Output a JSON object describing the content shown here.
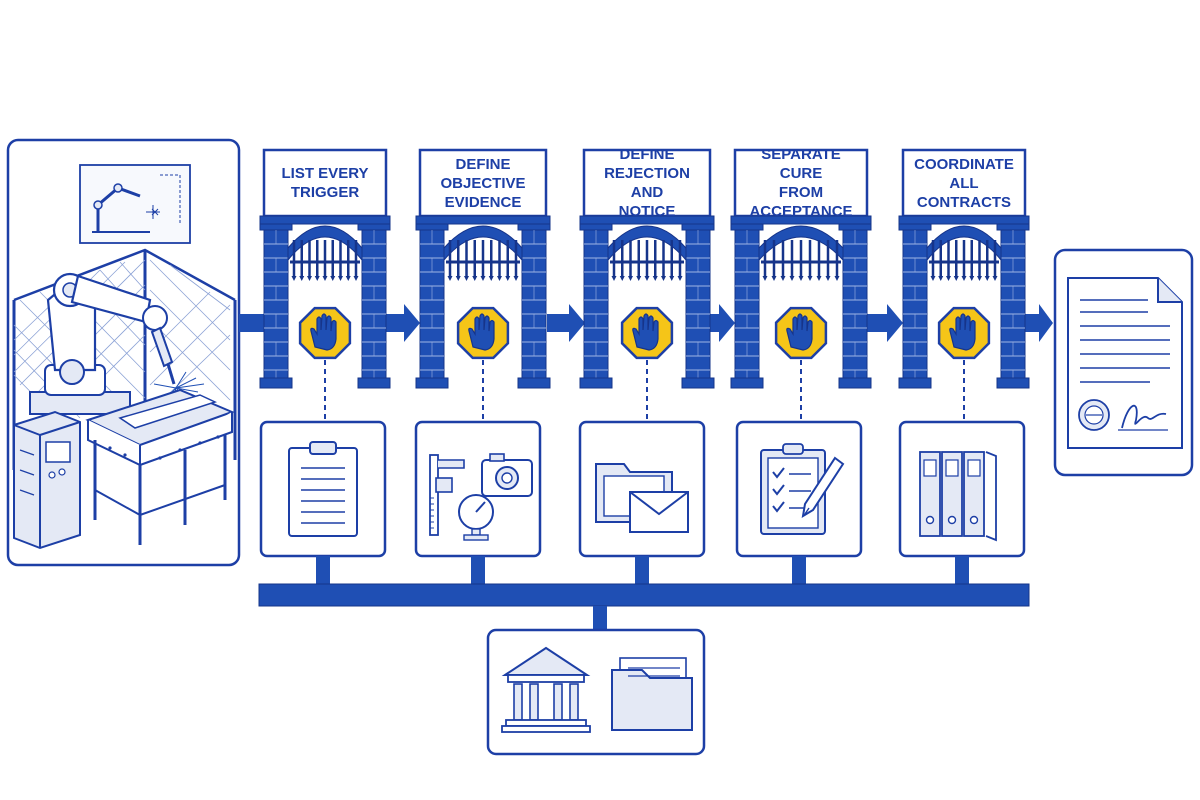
{
  "colors": {
    "primary": "#1f4fb4",
    "primary_dark": "#16348a",
    "light_fill": "#e4e9f5",
    "warning_yellow": "#f5c518",
    "outline": "#1d3fa6"
  },
  "diagram": {
    "source": {
      "name": "robotic-welding-cell",
      "icons": [
        "robot-arm-icon",
        "safety-fence-icon",
        "control-cabinet-icon",
        "welding-table-icon",
        "sparks-icon",
        "blueprint-icon"
      ]
    },
    "gates": [
      {
        "label": "LIST EVERY\nTRIGGER",
        "stop_icon": "stop-hand-icon",
        "evidence_icon": "clipboard-icon"
      },
      {
        "label": "DEFINE\nOBJECTIVE\nEVIDENCE",
        "stop_icon": "stop-hand-icon",
        "evidence_icon": "measurement-tools-icon"
      },
      {
        "label": "DEFINE\nREJECTION AND\nNOTICE",
        "stop_icon": "stop-hand-icon",
        "evidence_icon": "folder-envelope-icon"
      },
      {
        "label": "SEPARATE CURE\nFROM\nACCEPTANCE",
        "stop_icon": "stop-hand-icon",
        "evidence_icon": "checklist-pen-icon"
      },
      {
        "label": "COORDINATE\nALL\nCONTRACTS",
        "stop_icon": "stop-hand-icon",
        "evidence_icon": "binders-icon"
      }
    ],
    "output": {
      "name": "signed-document",
      "icons": [
        "document-icon",
        "seal-icon",
        "signature-icon"
      ]
    },
    "archive": {
      "icons": [
        "courthouse-icon",
        "file-folder-icon"
      ]
    }
  }
}
